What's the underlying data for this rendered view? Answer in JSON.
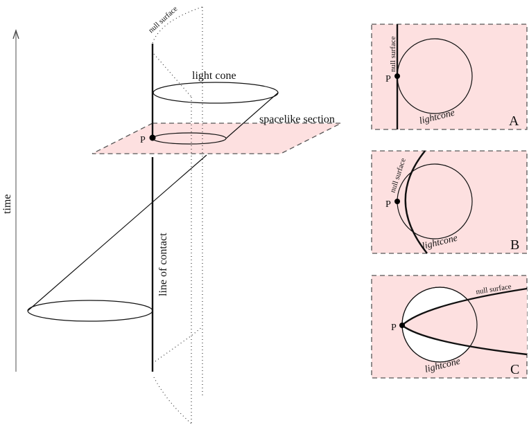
{
  "colors": {
    "plane_fill": "#fde0e0",
    "line": "#111111",
    "panel_border": "#555555",
    "background": "#ffffff"
  },
  "main": {
    "time_axis_label": "time",
    "null_surface_label": "null  surface",
    "light_cone_label": "light cone",
    "spacelike_section_label": "spacelike section",
    "point_label": "P",
    "line_of_contact_label": "line of contact"
  },
  "panels": [
    {
      "id": "A",
      "letter": "A",
      "null_surface_label": "null  surface",
      "light_cone_label": "lightcone",
      "point_label": "P",
      "description": "null surface is a straight line tangent to the light cone at P"
    },
    {
      "id": "B",
      "letter": "B",
      "null_surface_label": "null  surface",
      "light_cone_label": "lightcone",
      "point_label": "P",
      "description": "null surface curves around the light cone, tangent at P"
    },
    {
      "id": "C",
      "letter": "C",
      "null_surface_label": "null surface",
      "light_cone_label": "lightcone",
      "point_label": "P",
      "description": "null surface branches from P, cutting through the light cone"
    }
  ]
}
